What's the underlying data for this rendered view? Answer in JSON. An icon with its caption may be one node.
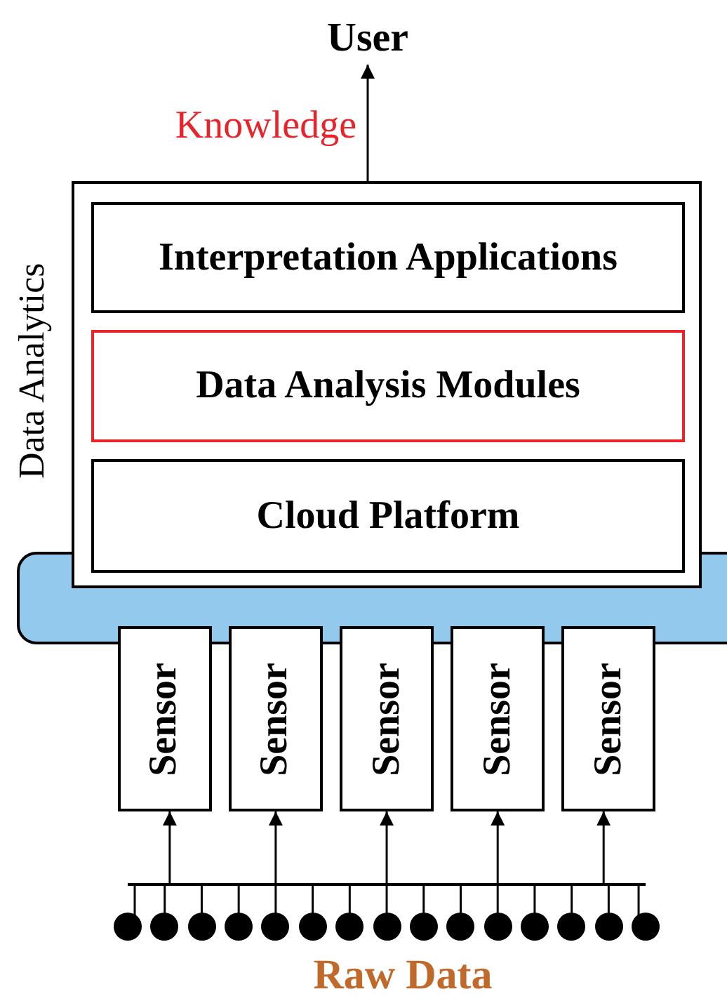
{
  "diagram": {
    "nodes": [
      {
        "text": [
          "User"
        ]
      },
      {
        "text": [
          "Data Analytics"
        ]
      },
      {
        "text": [
          "Interpretation Applications"
        ],
        "in": 1
      },
      {
        "text": [
          "Data Analysis Modules"
        ],
        "in": 1
      },
      {
        "text": [
          "Cloud Platform"
        ],
        "in": 1
      },
      {
        "text": [],
        "shape": "bar"
      },
      {
        "text": [
          "Sensor"
        ]
      },
      {
        "text": [
          "Sensor"
        ]
      },
      {
        "text": [
          "Sensor"
        ]
      },
      {
        "text": [
          "Sensor"
        ]
      },
      {
        "text": [
          "Sensor"
        ]
      },
      {
        "text": [],
        "shape": "line"
      },
      {
        "text": [],
        "shape": "circle"
      },
      {
        "text": [],
        "shape": "circle"
      },
      {
        "text": [],
        "shape": "circle"
      },
      {
        "text": [],
        "shape": "circle"
      },
      {
        "text": [],
        "shape": "circle"
      },
      {
        "text": [],
        "shape": "circle"
      },
      {
        "text": [],
        "shape": "circle"
      },
      {
        "text": [],
        "shape": "circle"
      },
      {
        "text": [],
        "shape": "circle"
      },
      {
        "text": [],
        "shape": "circle"
      },
      {
        "text": [],
        "shape": "circle"
      },
      {
        "text": [],
        "shape": "circle"
      },
      {
        "text": [],
        "shape": "circle"
      },
      {
        "text": [],
        "shape": "circle"
      },
      {
        "text": [],
        "shape": "circle"
      }
    ],
    "edges": [
      {
        "from": 1,
        "to": 0,
        "arrow": "to",
        "label": "Knowledge"
      },
      {
        "from": 11,
        "to": 6,
        "arrow": "to"
      },
      {
        "from": 11,
        "to": 7,
        "arrow": "to"
      },
      {
        "from": 11,
        "to": 8,
        "arrow": "to"
      },
      {
        "from": 11,
        "to": 9,
        "arrow": "to"
      },
      {
        "from": 11,
        "to": 10,
        "arrow": "to"
      },
      {
        "from": 12,
        "to": 11,
        "arrow": "none"
      },
      {
        "from": 13,
        "to": 11,
        "arrow": "none"
      },
      {
        "from": 14,
        "to": 11,
        "arrow": "none"
      },
      {
        "from": 15,
        "to": 11,
        "arrow": "none"
      },
      {
        "from": 16,
        "to": 11,
        "arrow": "none"
      },
      {
        "from": 17,
        "to": 11,
        "arrow": "none"
      },
      {
        "from": 18,
        "to": 11,
        "arrow": "none"
      },
      {
        "from": 19,
        "to": 11,
        "arrow": "none"
      },
      {
        "from": 20,
        "to": 11,
        "arrow": "none"
      },
      {
        "from": 21,
        "to": 11,
        "arrow": "none"
      },
      {
        "from": 22,
        "to": 11,
        "arrow": "none"
      },
      {
        "from": 23,
        "to": 11,
        "arrow": "none"
      },
      {
        "from": 24,
        "to": 11,
        "arrow": "none"
      },
      {
        "from": 25,
        "to": 11,
        "arrow": "none"
      },
      {
        "from": 26,
        "to": 11,
        "arrow": "none"
      }
    ],
    "labels": [
      "Raw Data"
    ]
  }
}
